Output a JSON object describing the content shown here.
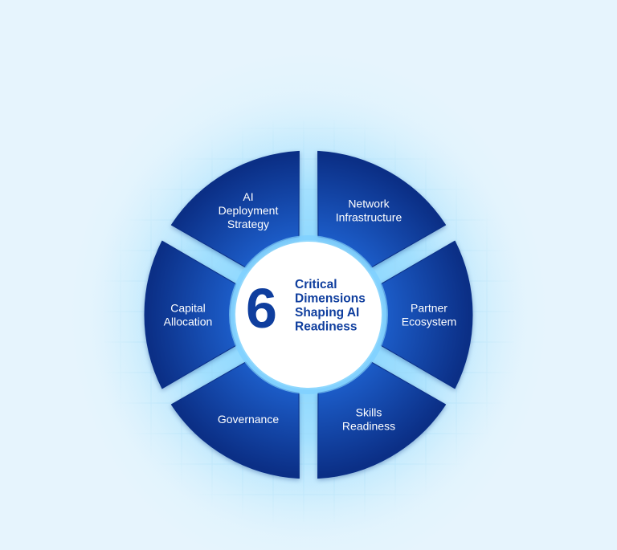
{
  "center": {
    "number": "6",
    "lines": [
      "Critical",
      "Dimensions",
      "Shaping AI",
      "Readiness"
    ]
  },
  "segments": [
    {
      "id": "network-infrastructure",
      "lines": [
        "Network",
        "Infrastructure"
      ]
    },
    {
      "id": "partner-ecosystem",
      "lines": [
        "Partner",
        "Ecosystem"
      ]
    },
    {
      "id": "skills-readiness",
      "lines": [
        "Skills",
        "Readiness"
      ]
    },
    {
      "id": "governance",
      "lines": [
        "Governance"
      ]
    },
    {
      "id": "capital-allocation",
      "lines": [
        "Capital",
        "Allocation"
      ]
    },
    {
      "id": "ai-deployment-strategy",
      "lines": [
        "AI",
        "Deployment",
        "Strategy"
      ]
    }
  ],
  "colors": {
    "wedge_dark": "#0b2f86",
    "wedge_light": "#1d5fcc",
    "center_text": "#0f3e9e",
    "glow": "#62c8ff"
  }
}
